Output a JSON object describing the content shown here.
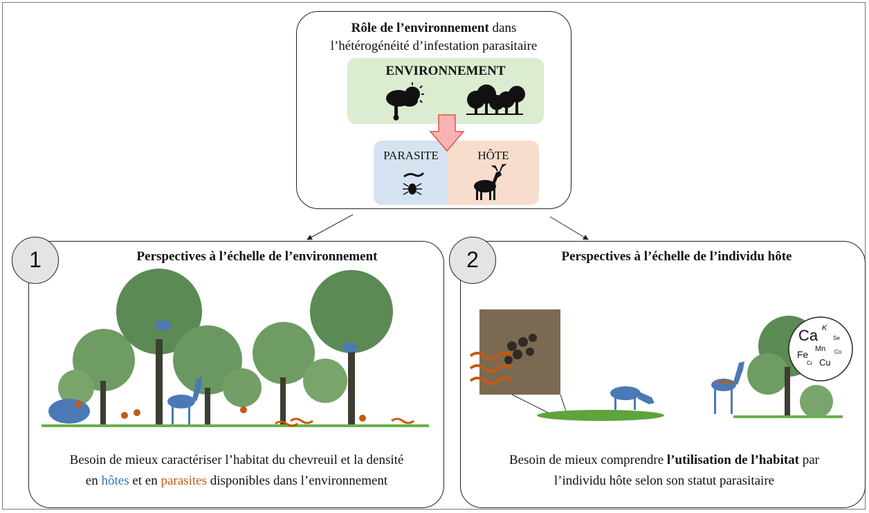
{
  "top": {
    "title_bold": "Rôle de l’environnement",
    "title_rest": " dans",
    "title_line2": "l’hétérogénéité d’infestation parasitaire",
    "env_label": "ENVIRONNEMENT",
    "parasite_label": "PARASITE",
    "host_label": "HÔTE"
  },
  "box1": {
    "number": "1",
    "title": "Perspectives à l’échelle de l’environnement",
    "line1": "Besoin de mieux caractériser l’habitat du chevreuil et la densité",
    "line2_a": "en ",
    "line2_hotes": "hôtes",
    "line2_b": " et en ",
    "line2_parasites": "parasites",
    "line2_c": " disponibles dans l’environnement"
  },
  "box2": {
    "number": "2",
    "title": "Perspectives à l’échelle de l’individu hôte",
    "line1_a": "Besoin de mieux comprendre ",
    "line1_bold": "l’utilisation de l’habitat",
    "line1_b": " par",
    "line2": "l’individu hôte selon son statut parasitaire",
    "elements": [
      "Ca",
      "K",
      "Se",
      "Mn",
      "Fe",
      "Co",
      "Cr",
      "Cu"
    ]
  },
  "colors": {
    "hosts": "#2e75b6",
    "parasites": "#c55a11",
    "tree": "#5b8a55",
    "env_bg": "#dbecd0",
    "parasite_bg": "#d5e3f1",
    "host_bg": "#f8dccc"
  }
}
